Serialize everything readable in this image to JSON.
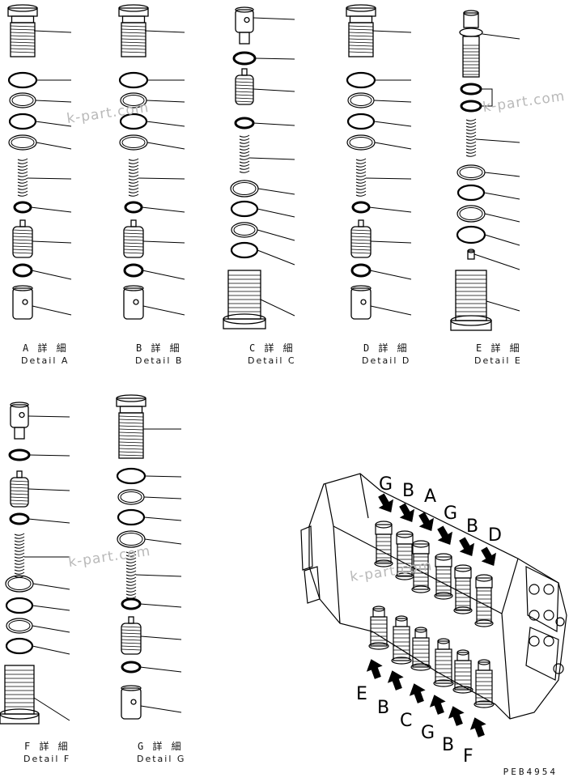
{
  "details": [
    {
      "id": "A",
      "jp": "A 詳 細",
      "en": "Detail A"
    },
    {
      "id": "B",
      "jp": "B 詳 細",
      "en": "Detail B"
    },
    {
      "id": "C",
      "jp": "C 詳 細",
      "en": "Detail C"
    },
    {
      "id": "D",
      "jp": "D 詳 細",
      "en": "Detail D"
    },
    {
      "id": "E",
      "jp": "E 詳 細",
      "en": "Detail E"
    },
    {
      "id": "F",
      "jp": "F 詳 細",
      "en": "Detail F"
    },
    {
      "id": "G",
      "jp": "G 詳 細",
      "en": "Detail G"
    }
  ],
  "valve_top_labels": [
    "G",
    "B",
    "A",
    "G",
    "B",
    "D"
  ],
  "valve_bottom_labels": [
    "E",
    "B",
    "C",
    "G",
    "B",
    "F"
  ],
  "watermark": "k-part.com",
  "drawing_code": "PEB4954"
}
